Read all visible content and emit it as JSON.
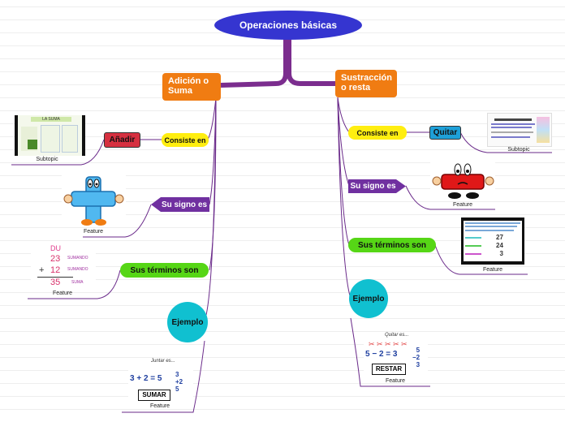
{
  "root": {
    "title": "Operaciones básicas"
  },
  "left": {
    "branch_label": "Adición o Suma",
    "consiste_label": "Consiste en",
    "anadir_label": "Añadir",
    "subtopic_caption": "Subtopic",
    "suma_image_title": "LA SUMA",
    "signo_label": "Su signo es",
    "signo_caption": "Feature",
    "terminos_label": "Sus términos son",
    "terminos_caption": "Feature",
    "terminos_du": "DU",
    "terminos_rows": [
      "23",
      "12",
      "35"
    ],
    "terminos_sumando": "SUMANDO",
    "terminos_suma": "SUMA",
    "terminos_plus": "+",
    "ejemplo_label": "Ejemplo",
    "ejemplo_caption": "Feature",
    "ejemplo_heading": "Juntar es...",
    "ejemplo_equation": "3 + 2 = 5",
    "ejemplo_button": "SUMAR",
    "ejemplo_col": [
      "3",
      "+2",
      "5"
    ]
  },
  "right": {
    "branch_label": "Sustracción o resta",
    "consiste_label": "Consiste en",
    "quitar_label": "Quitar",
    "subtopic_caption": "Subtopic",
    "signo_label": "Su signo es",
    "signo_caption": "Feature",
    "terminos_label": "Sus términos son",
    "terminos_caption": "Feature",
    "terminos_values": [
      "27",
      "24",
      "3"
    ],
    "ejemplo_label": "Ejemplo",
    "ejemplo_caption": "Feature",
    "ejemplo_heading": "Quitar es...",
    "ejemplo_equation": "5 − 2 = 3",
    "ejemplo_button": "RESTAR",
    "ejemplo_col": [
      "5",
      "−2",
      "3"
    ]
  },
  "colors": {
    "root": "#3535d0",
    "trunk": "#7b2d8e",
    "orange": "#f07c12",
    "yellow": "#ffee10",
    "purple": "#7030a0",
    "green": "#56d616",
    "teal": "#10c0d0",
    "red": "#d63040",
    "blue": "#1ea0d8"
  }
}
